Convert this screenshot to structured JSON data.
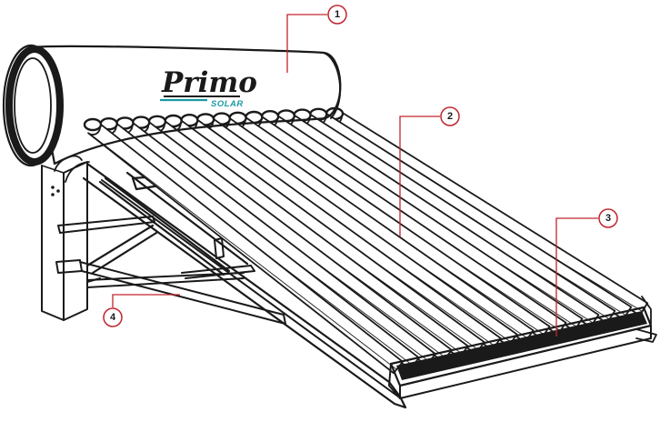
{
  "brand": {
    "name": "Primo",
    "sub": "SOLAR",
    "accent_color": "#1a9aa3"
  },
  "callouts": [
    {
      "label": "1"
    },
    {
      "label": "2"
    },
    {
      "label": "3"
    },
    {
      "label": "4"
    }
  ],
  "colors": {
    "outline": "#1a1a1a",
    "callout": "#c0262d",
    "background": "#ffffff"
  }
}
